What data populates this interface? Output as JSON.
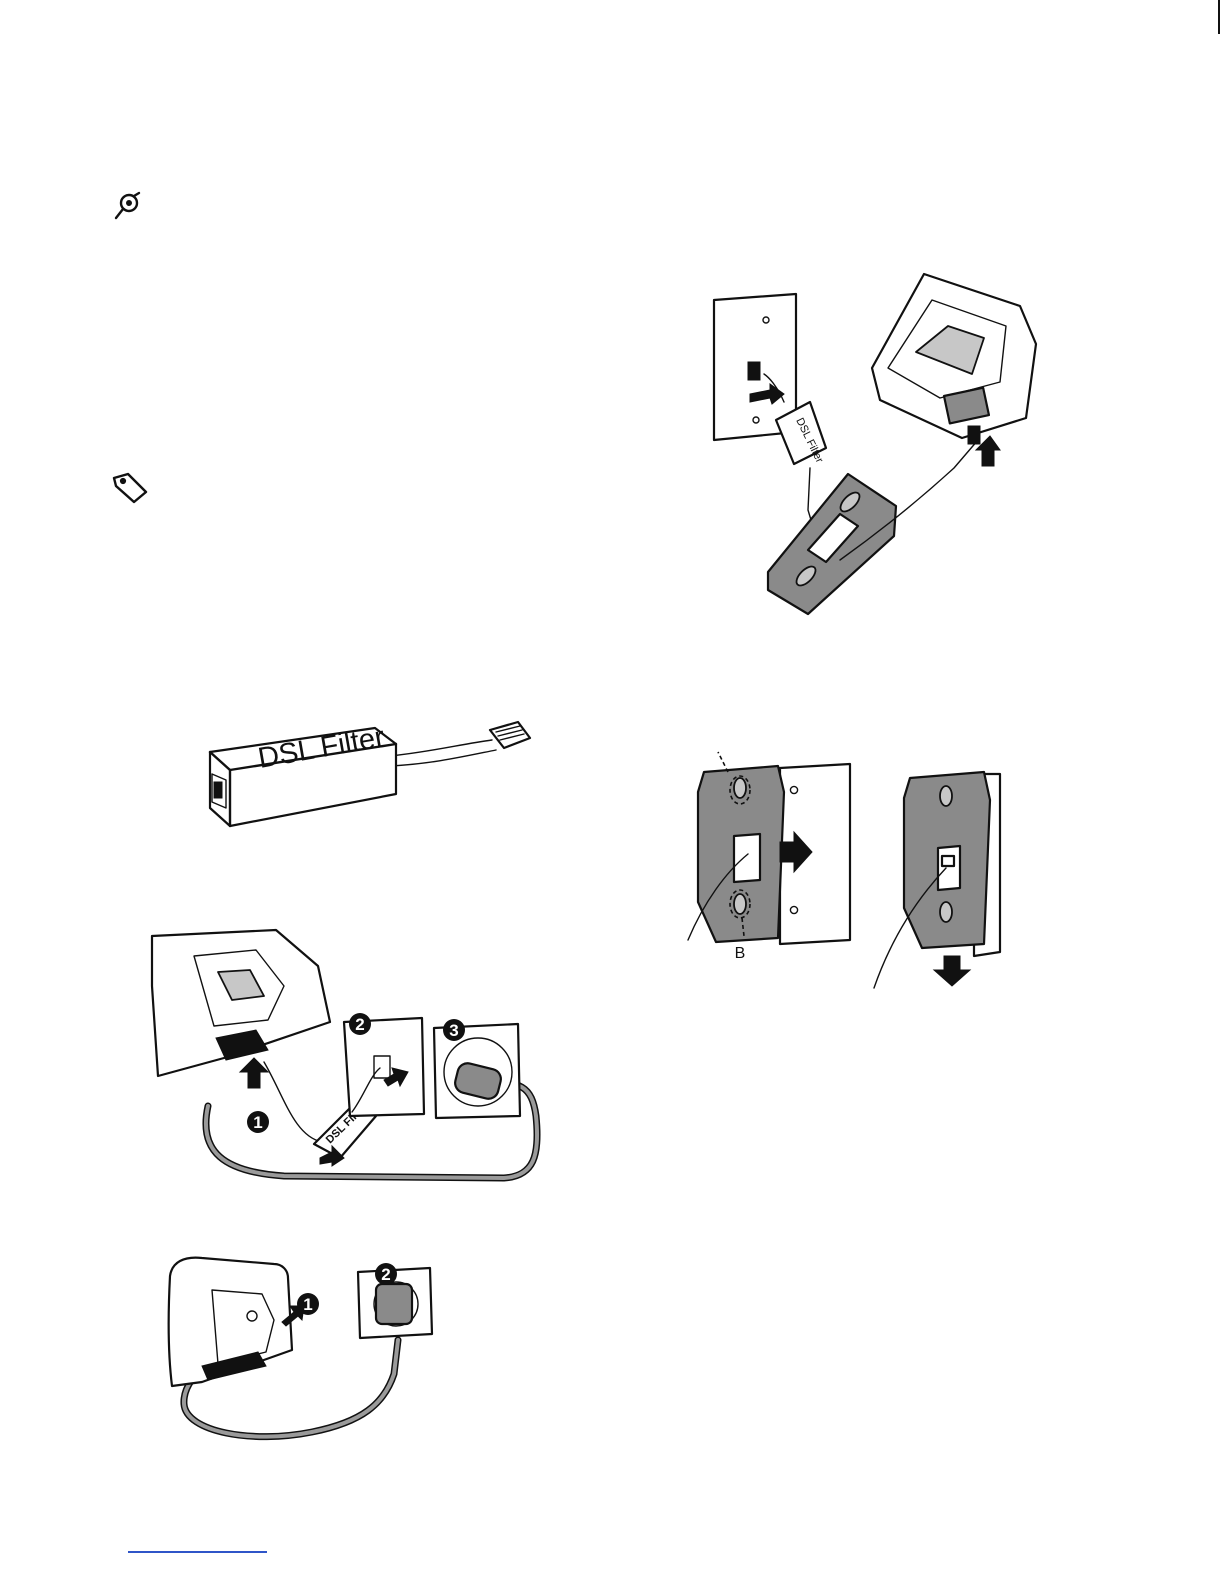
{
  "icons": {
    "note_icon": "pencil-note-icon",
    "tip_icon": "tag-tip-icon"
  },
  "figures": {
    "dsl_filter": {
      "label": "DSL Filter"
    },
    "wall_mount_connect": {
      "filter_label": "DSL Filter"
    },
    "wall_plate": {
      "label_b": "B"
    },
    "base_connection": {
      "step_1": "1",
      "step_2": "2",
      "step_3": "3",
      "filter_label": "DSL Filter"
    },
    "charger_connection": {
      "step_1": "1",
      "step_2": "2"
    }
  }
}
